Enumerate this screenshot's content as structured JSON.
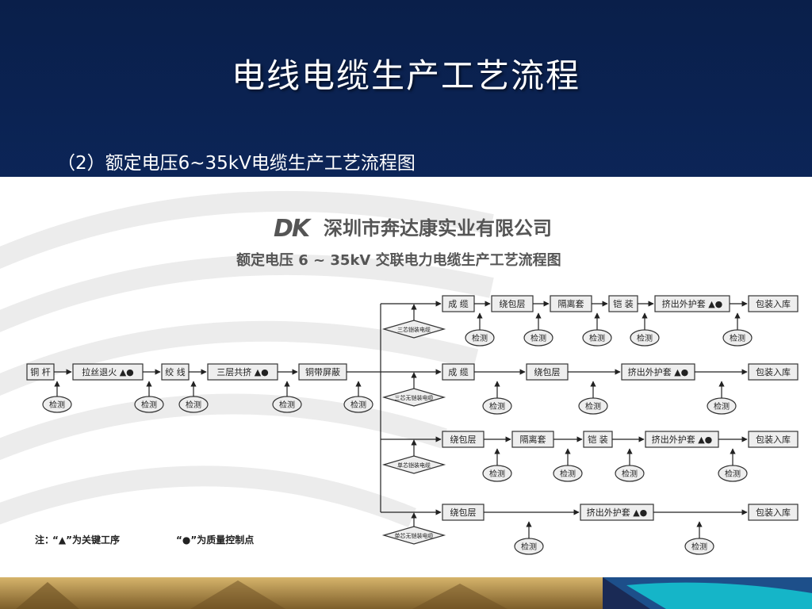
{
  "slide": {
    "title": "电线电缆生产工艺流程",
    "subtitle": "（2）额定电压6~35kV电缆生产工艺流程图"
  },
  "company": {
    "logo_text": "DK",
    "name": "深圳市奔达康实业有限公司"
  },
  "diagram": {
    "title": "额定电压 6 ~ 35kV 交联电力电缆生产工艺流程图",
    "note_prefix": "注：",
    "note_key_process": "“▲”为关键工序",
    "note_quality_point": "“●”为质量控制点",
    "main_steps": [
      "铜 杆",
      "拉丝退火 ▲●",
      "绞 线",
      "三层共挤 ▲●",
      "铜带屏蔽"
    ],
    "inspect_label": "检测",
    "branches": [
      {
        "tag": "三芯铠装电缆",
        "steps": [
          "成 缆",
          "绕包层",
          "隔离套",
          "铠 装",
          "挤出外护套 ▲●",
          "包装入库"
        ]
      },
      {
        "tag": "三芯无铠装电缆",
        "steps": [
          "成 缆",
          "绕包层",
          "挤出外护套 ▲●",
          "包装入库"
        ]
      },
      {
        "tag": "单芯铠装电缆",
        "steps": [
          "绕包层",
          "隔离套",
          "铠 装",
          "挤出外护套 ▲●",
          "包装入库"
        ]
      },
      {
        "tag": "单芯无铠装电缆",
        "steps": [
          "绕包层",
          "挤出外护套 ▲●",
          "包装入库"
        ]
      }
    ]
  },
  "colors": {
    "slide_bg": "#0b2453",
    "box_fill": "#eeeeee",
    "box_stroke": "#333333",
    "text_dark": "#222222",
    "band_gold": "#c9a45a",
    "band_cyan": "#15b5c8"
  }
}
